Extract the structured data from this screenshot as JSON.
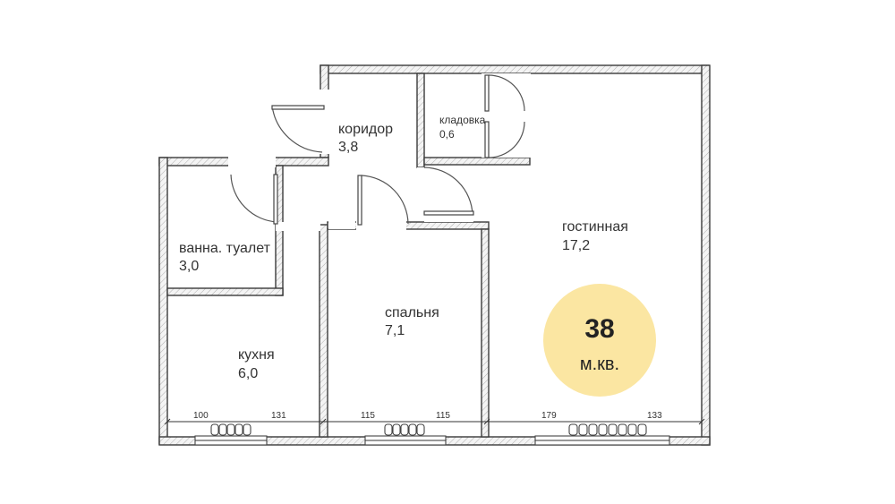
{
  "rooms": {
    "corridor": {
      "name": "коридор",
      "area": "3,8"
    },
    "storage": {
      "name": "кладовка",
      "area": "0,6"
    },
    "bath": {
      "name": "ванна. туалет",
      "area": "3,0"
    },
    "living": {
      "name": "гостинная",
      "area": "17,2"
    },
    "bedroom": {
      "name": "спальня",
      "area": "7,1"
    },
    "kitchen": {
      "name": "кухня",
      "area": "6,0"
    }
  },
  "dimensions": {
    "kitchen_left": "100",
    "kitchen_right": "131",
    "bedroom_left": "115",
    "bedroom_right": "115",
    "living_left": "179",
    "living_right": "133"
  },
  "total": {
    "value": "38",
    "unit": "м.кв.",
    "color": "#fbe6a2"
  }
}
